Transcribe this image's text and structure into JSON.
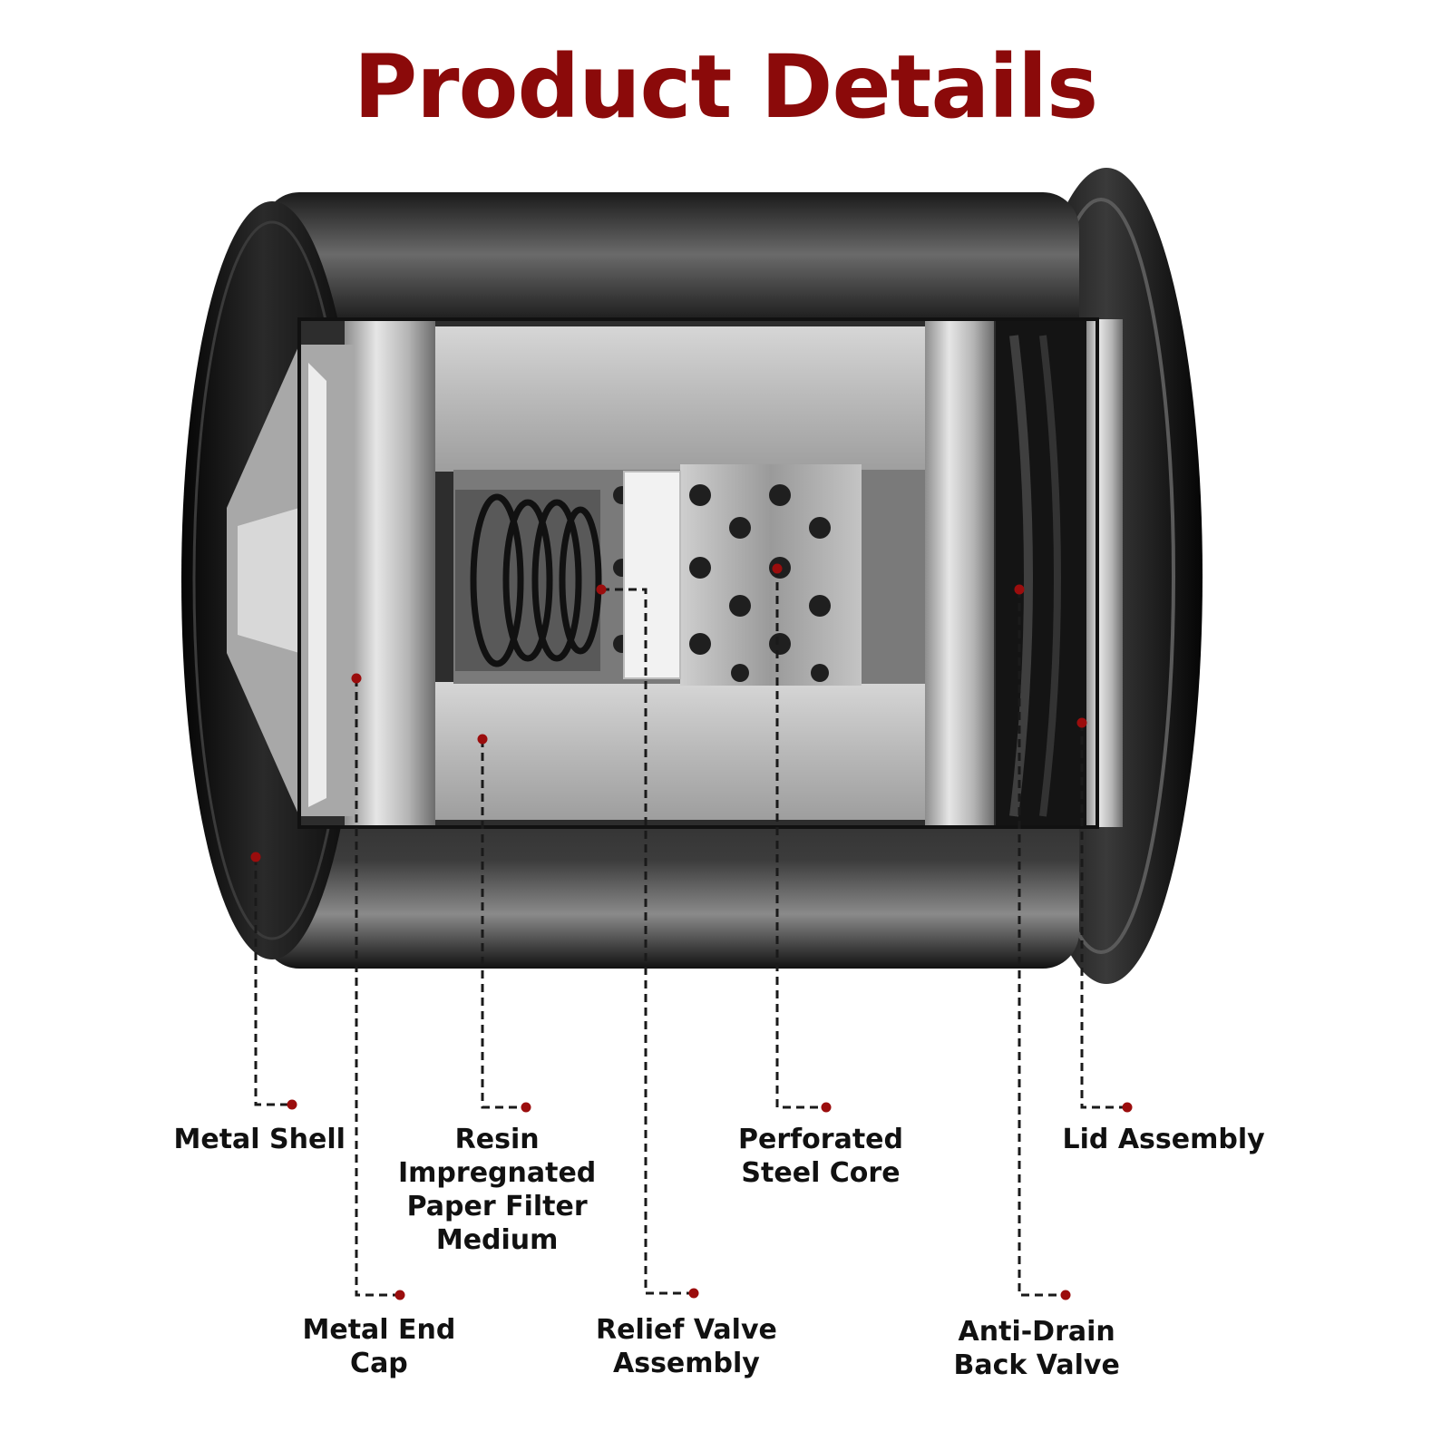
{
  "title": "Product Details",
  "accent_color": "#9b0d0d",
  "callouts": [
    {
      "id": "metal-shell",
      "lines": [
        "Metal Shell"
      ]
    },
    {
      "id": "metal-end-cap",
      "lines": [
        "Metal End",
        "Cap"
      ]
    },
    {
      "id": "resin-paper-filter",
      "lines": [
        "Resin",
        "Impregnated",
        "Paper Filter",
        "Medium"
      ]
    },
    {
      "id": "relief-valve",
      "lines": [
        "Relief Valve",
        "Assembly"
      ]
    },
    {
      "id": "perforated-steel-core",
      "lines": [
        "Perforated",
        "Steel Core"
      ]
    },
    {
      "id": "anti-drain-back-valve",
      "lines": [
        "Anti-Drain",
        "Back Valve"
      ]
    },
    {
      "id": "lid-assembly",
      "lines": [
        "Lid Assembly"
      ]
    }
  ]
}
